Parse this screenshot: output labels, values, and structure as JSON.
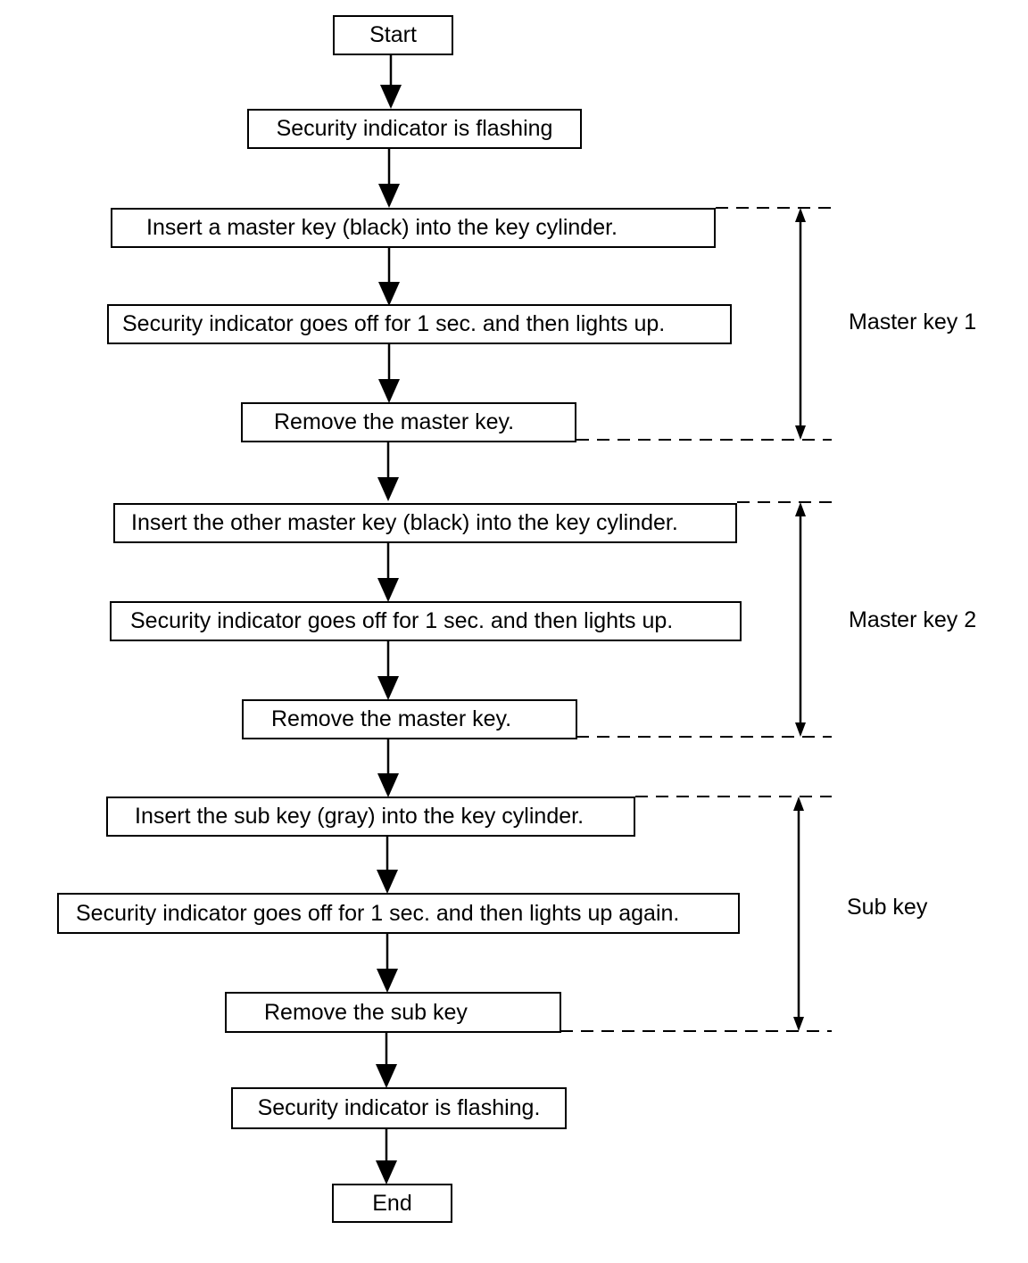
{
  "diagram": {
    "steps": [
      "Start",
      "Security indicator is flashing",
      "Insert a master key (black) into the key cylinder.",
      "Security indicator goes off for 1 sec. and then lights up.",
      "Remove the master key.",
      "Insert the other master key (black) into the key cylinder.",
      "Security indicator goes off for 1 sec. and then lights up.",
      "Remove the master key.",
      "Insert the sub key (gray) into the key cylinder.",
      "Security indicator goes off for 1 sec. and then lights up again.",
      "Remove the sub key",
      "Security indicator is flashing.",
      "End"
    ],
    "groups": [
      {
        "label": "Master key 1",
        "from_step": 2,
        "to_step": 4
      },
      {
        "label": "Master key 2",
        "from_step": 5,
        "to_step": 7
      },
      {
        "label": "Sub key",
        "from_step": 8,
        "to_step": 10
      }
    ],
    "colors": {
      "line": "#000000",
      "background": "#ffffff"
    }
  }
}
